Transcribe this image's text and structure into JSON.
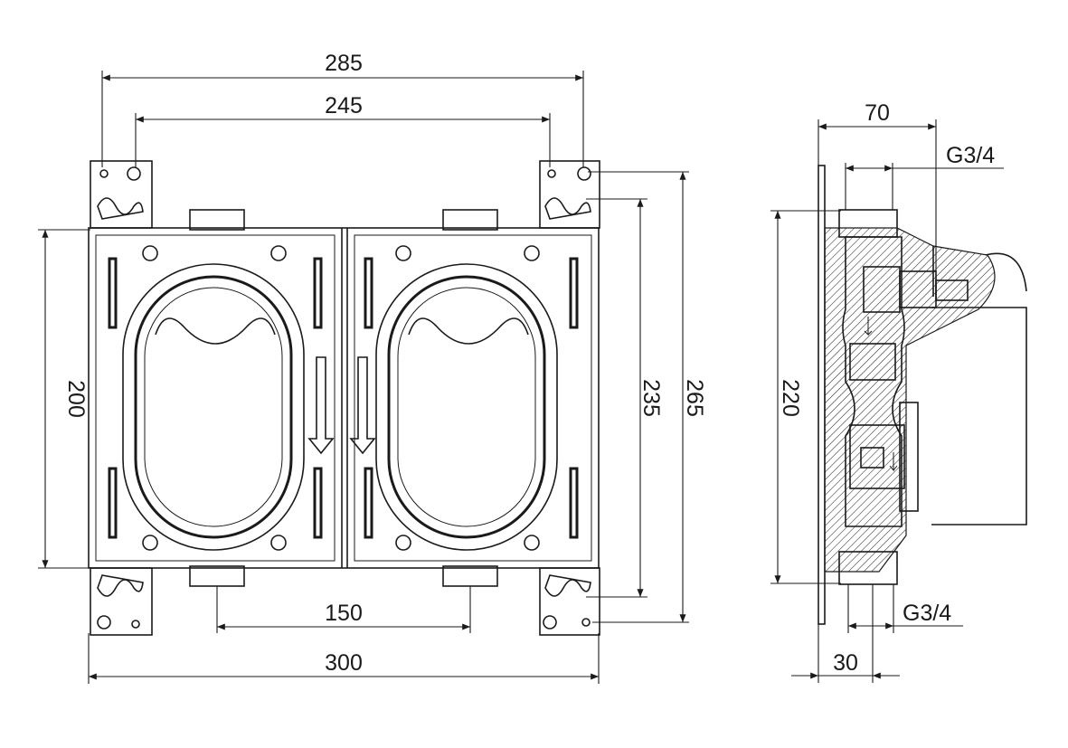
{
  "front_view": {
    "dimensions": {
      "overall_bracket_width": "285",
      "bracket_hole_spacing": "245",
      "box_height": "200",
      "mount_hole_vertical": "235",
      "overall_height": "265",
      "outlet_spacing": "150",
      "overall_width": "300"
    }
  },
  "side_view": {
    "dimensions": {
      "depth": "70",
      "top_thread": "G3/4",
      "height": "220",
      "bottom_thread": "G3/4",
      "offset": "30"
    }
  }
}
